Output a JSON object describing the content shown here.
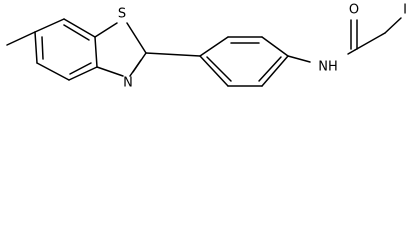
{
  "atoms": {
    "sulfur": "S",
    "nitrogen": "N",
    "amide_nh": "NH",
    "oxygen": "O",
    "iodine": "I"
  }
}
